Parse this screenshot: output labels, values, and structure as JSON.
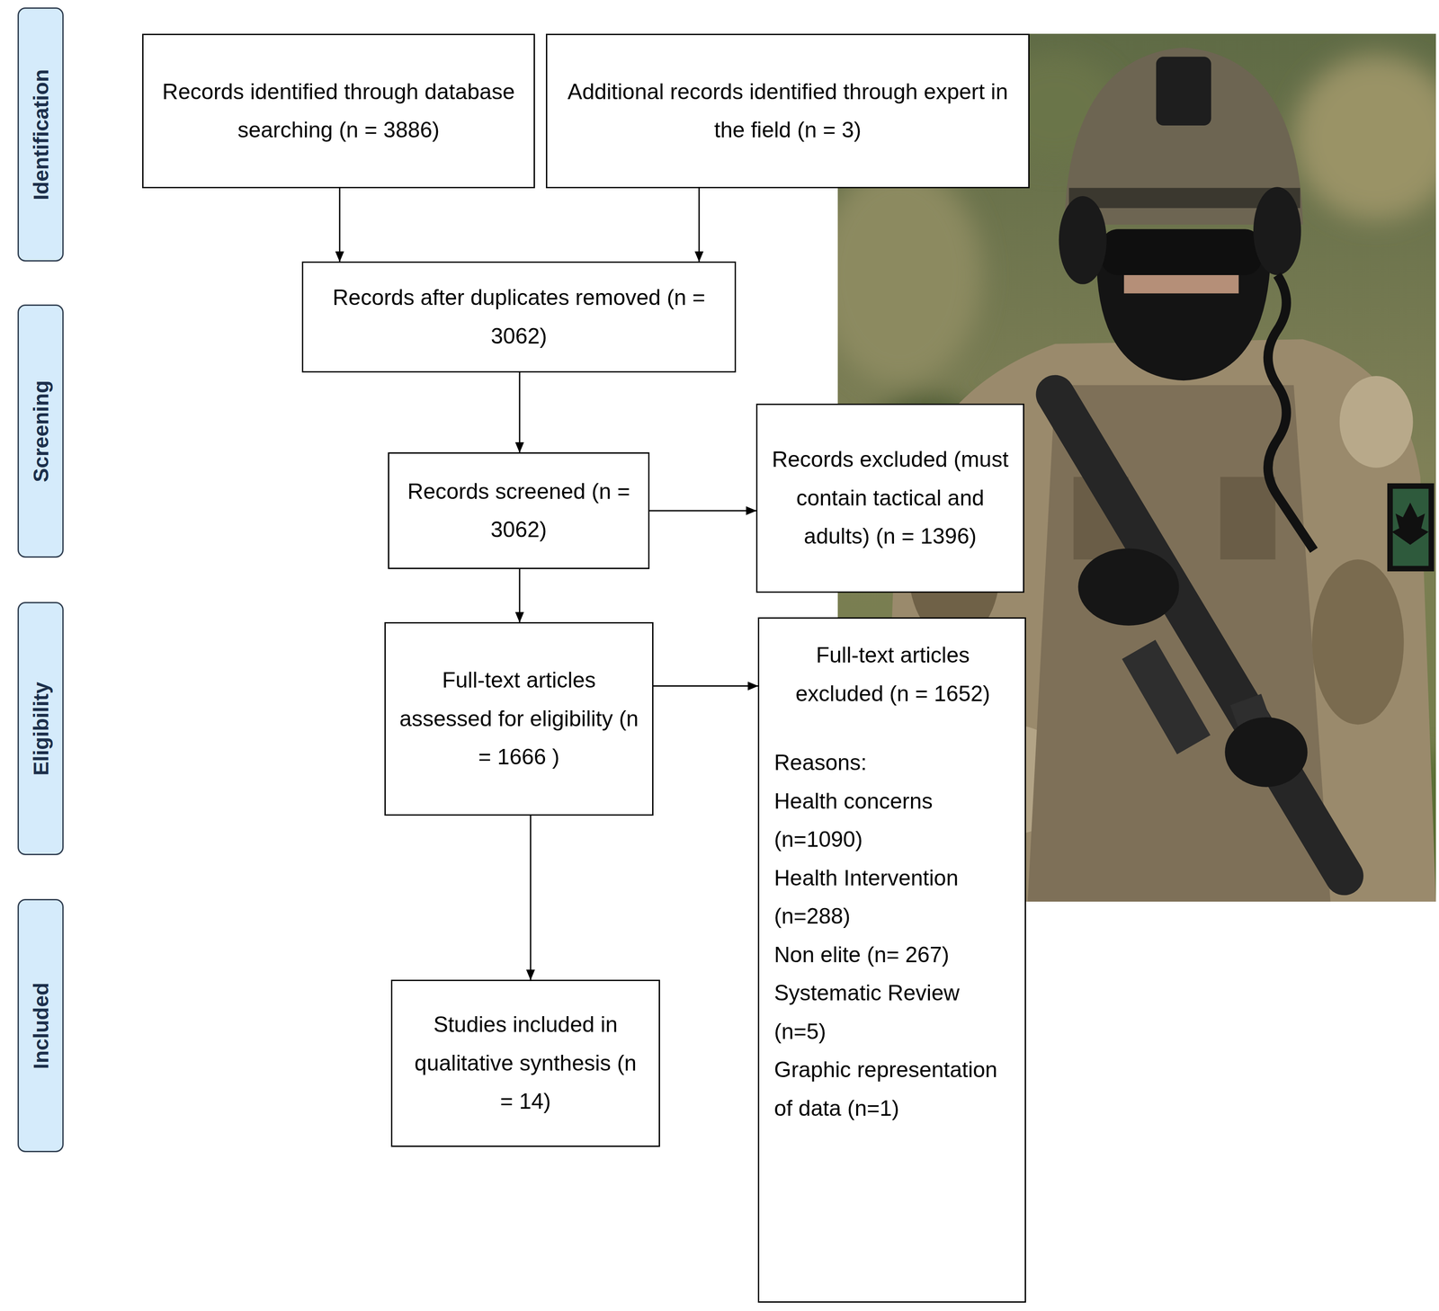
{
  "diagram": {
    "nodes": [
      {
        "text": [
          "Identification"
        ]
      },
      {
        "text": [
          "Records identified through database searching (n = 3886)"
        ]
      },
      {
        "text": [
          "Additional records identified through expert in the field (n = 3)"
        ]
      },
      {
        "text": [
          "Screening"
        ]
      },
      {
        "text": [
          "Records after duplicates removed (n = 3062)"
        ]
      },
      {
        "text": [
          "Records screened (n = 3062)"
        ]
      },
      {
        "text": [
          "Records excluded (must contain tactical and adults) (n = 1396)"
        ]
      },
      {
        "text": [
          "Eligibility"
        ]
      },
      {
        "text": [
          "Full-text articles assessed for eligibility (n = 1666 )"
        ]
      },
      {
        "text": [
          "Full-text articles excluded (n = 1652)",
          "Reasons:",
          "Health concerns (n=1090)",
          "Health Intervention (n=288)",
          "Non elite (n= 267)",
          "Systematic Review (n=5)",
          "Graphic representation of data (n=1)"
        ]
      },
      {
        "text": [
          "Included"
        ]
      },
      {
        "text": [
          "Studies included in qualitative synthesis (n = 14)"
        ]
      }
    ],
    "edges": [
      {
        "from": 1,
        "to": 4,
        "arrow": "to"
      },
      {
        "from": 2,
        "to": 4,
        "arrow": "to"
      },
      {
        "from": 4,
        "to": 5,
        "arrow": "to"
      },
      {
        "from": 5,
        "to": 6,
        "arrow": "to"
      },
      {
        "from": 5,
        "to": 8,
        "arrow": "to"
      },
      {
        "from": 8,
        "to": 9,
        "arrow": "to"
      },
      {
        "from": 8,
        "to": 11,
        "arrow": "to"
      }
    ]
  }
}
